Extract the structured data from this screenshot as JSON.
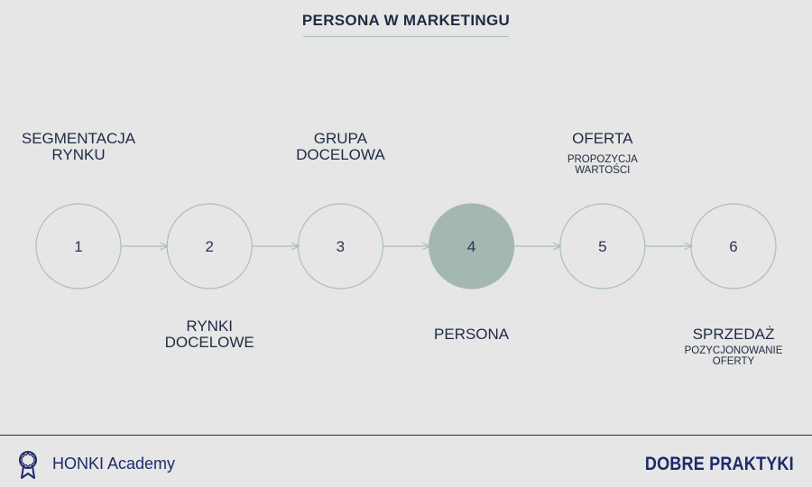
{
  "title": "PERSONA W MARKETINGU",
  "steps": [
    {
      "number": "1",
      "label": "SEGMENTACJA\nRYNKU",
      "sublabel": "",
      "highlighted": false
    },
    {
      "number": "2",
      "label": "RYNKI\nDOCELOWE",
      "sublabel": "",
      "highlighted": false
    },
    {
      "number": "3",
      "label": "GRUPA\nDOCELOWA",
      "sublabel": "",
      "highlighted": false
    },
    {
      "number": "4",
      "label": "PERSONA",
      "sublabel": "",
      "highlighted": true
    },
    {
      "number": "5",
      "label": "OFERTA",
      "sublabel": "PROPOZYCJA\nWARTOŚCI",
      "highlighted": false
    },
    {
      "number": "6",
      "label": "SPRZEDAŻ",
      "sublabel": "POZYCJONOWANIE\nOFERTY",
      "highlighted": false
    }
  ],
  "colors": {
    "background": "#e6e6e6",
    "circle_stroke": "#a9c0b5",
    "highlight_fill": "#a4b7b0",
    "text": "#1f2a44",
    "footer": "#1f2a6a"
  },
  "footer": {
    "brand_icon": "award-ribbon-icon",
    "brand_name": "HONKI Academy",
    "right_text": "DOBRE PRAKTYKI"
  }
}
